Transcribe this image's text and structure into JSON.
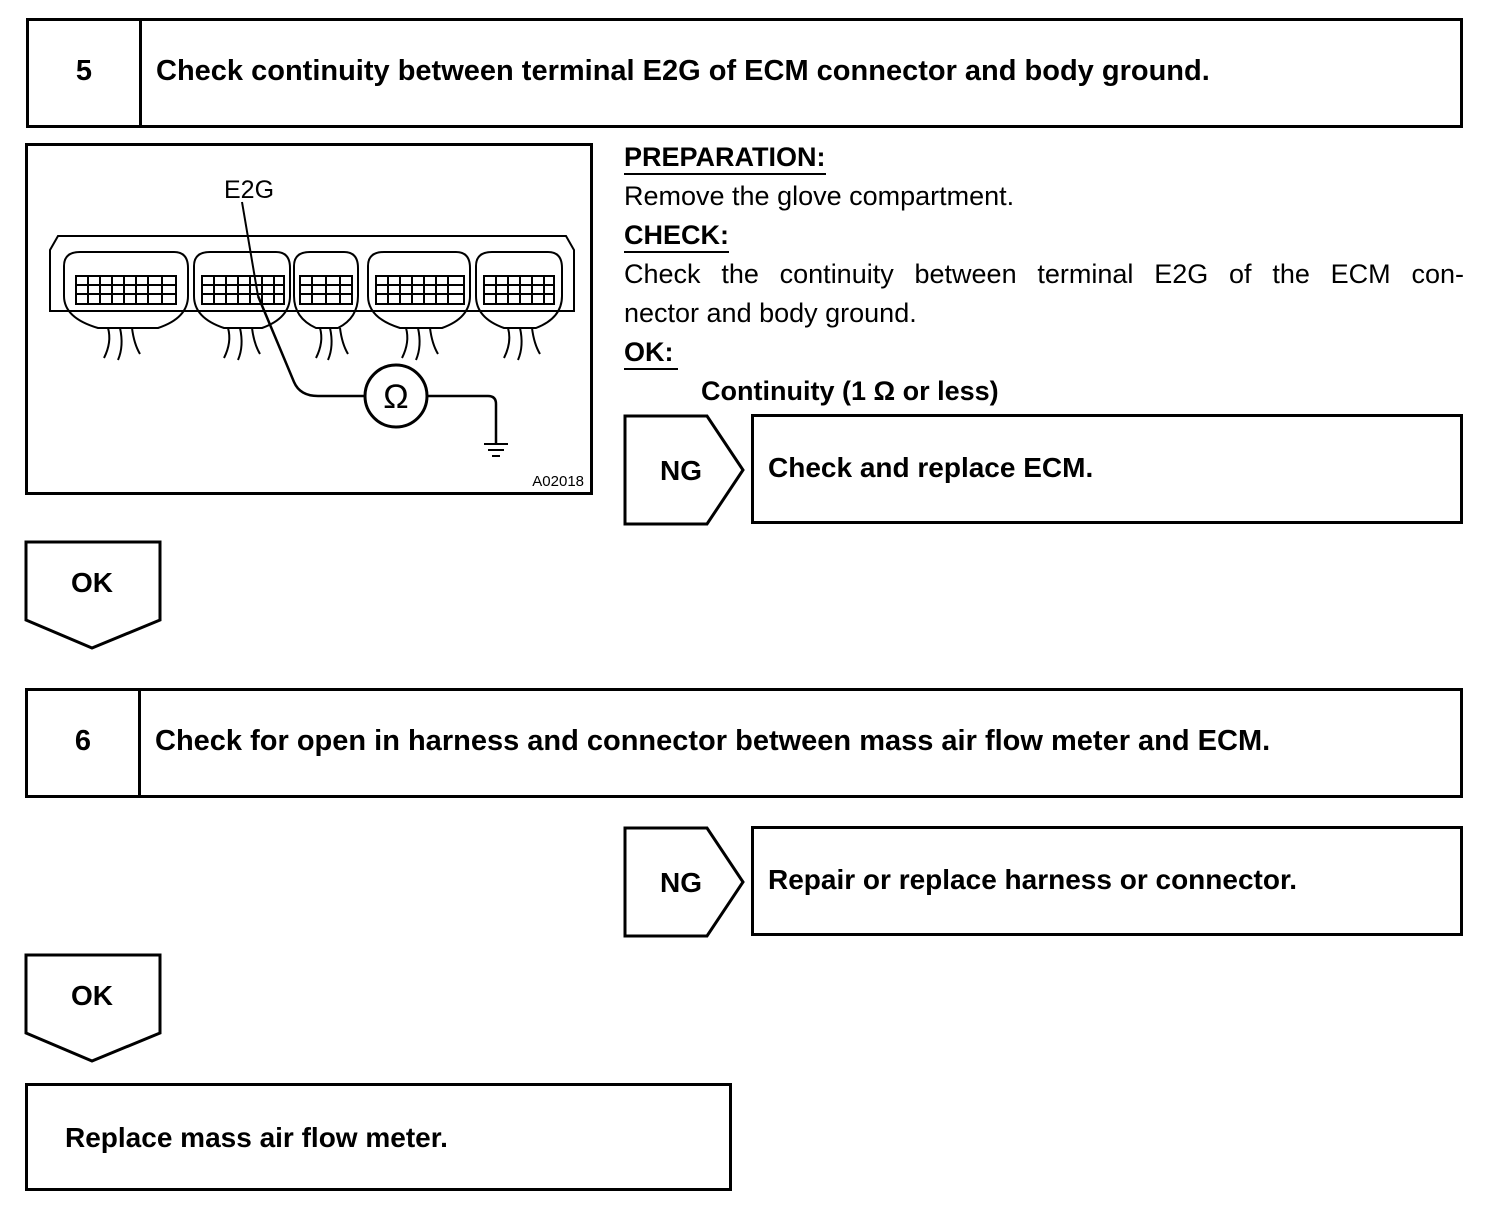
{
  "step5": {
    "number": "5",
    "title": "Check continuity between terminal E2G of ECM connector and body ground."
  },
  "figure": {
    "terminal_label": "E2G",
    "meter_symbol": "Ω",
    "figure_code": "A02018"
  },
  "preparation": {
    "label": "PREPARATION:",
    "text": "Remove the glove compartment."
  },
  "check": {
    "label": "CHECK:",
    "line1": "Check the continuity between terminal E2G of the ECM con-",
    "line2": "nector and body ground."
  },
  "ok_spec": {
    "label": "OK:",
    "value": "Continuity (1 Ω or less)"
  },
  "ng1": {
    "tag": "NG",
    "action": "Check and replace ECM."
  },
  "ok1": {
    "tag": "OK"
  },
  "step6": {
    "number": "6",
    "title": "Check for open in harness and connector between mass air flow meter and ECM."
  },
  "ng2": {
    "tag": "NG",
    "action": "Repair or replace harness or connector."
  },
  "ok2": {
    "tag": "OK"
  },
  "final": {
    "action": "Replace mass air flow meter."
  }
}
